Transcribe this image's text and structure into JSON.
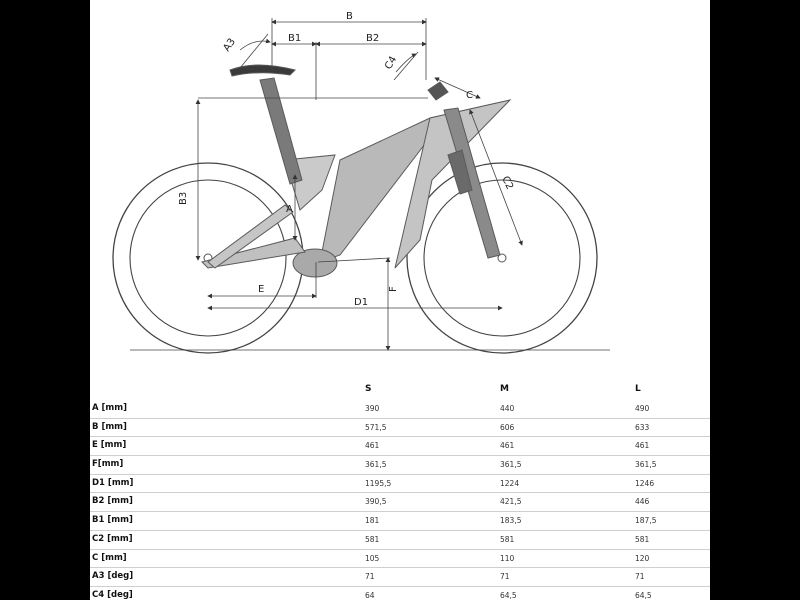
{
  "dimensions": {
    "A": "A",
    "A3": "A3",
    "B": "B",
    "B1": "B1",
    "B2": "B2",
    "B3": "B3",
    "C": "C",
    "C2": "C2",
    "C4": "C4",
    "D1": "D1",
    "E": "E",
    "F": "F"
  },
  "table": {
    "sizes": [
      "S",
      "M",
      "L"
    ],
    "rows": [
      {
        "label": "A [mm]",
        "values": [
          "390",
          "440",
          "490"
        ]
      },
      {
        "label": "B [mm]",
        "values": [
          "571,5",
          "606",
          "633"
        ]
      },
      {
        "label": "E [mm]",
        "values": [
          "461",
          "461",
          "461"
        ]
      },
      {
        "label": "F[mm]",
        "values": [
          "361,5",
          "361,5",
          "361,5"
        ]
      },
      {
        "label": "D1 [mm]",
        "values": [
          "1195,5",
          "1224",
          "1246"
        ]
      },
      {
        "label": "B2 [mm]",
        "values": [
          "390,5",
          "421,5",
          "446"
        ]
      },
      {
        "label": "B1 [mm]",
        "values": [
          "181",
          "183,5",
          "187,5"
        ]
      },
      {
        "label": "C2 [mm]",
        "values": [
          "581",
          "581",
          "581"
        ]
      },
      {
        "label": "C [mm]",
        "values": [
          "105",
          "110",
          "120"
        ]
      },
      {
        "label": "A3 [deg]",
        "values": [
          "71",
          "71",
          "71"
        ]
      },
      {
        "label": "C4 [deg]",
        "values": [
          "64",
          "64,5",
          "64,5"
        ]
      }
    ]
  }
}
